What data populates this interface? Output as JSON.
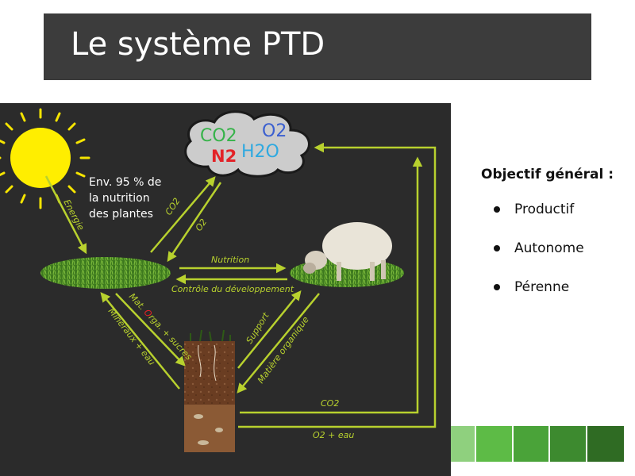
{
  "slide": {
    "title": "Le système PTD"
  },
  "diagram": {
    "cloud_gases": [
      "CO2",
      "O2",
      "N2",
      "H2O"
    ],
    "nutrition_note": [
      "Env. 95 % de",
      "la nutrition",
      "des plantes"
    ],
    "labels": {
      "energie": "Energie",
      "co2_up": "CO2",
      "o2_down": "O2",
      "nutrition": "Nutrition",
      "controle": "Contrôle du développement",
      "mat_orga_prefix": "Mat. ",
      "mat_orga_highlight": "O",
      "mat_orga_suffix": "rga. + sucres",
      "mineraux": "Minéraux + eau",
      "support": "Support",
      "matiere_org": "Matière organique",
      "co2_bottom": "CO2",
      "o2_eau": "O2 + eau"
    },
    "colors": {
      "background": "#2b2b2b",
      "arrow": "#b8d12e",
      "co2": "#37b34a",
      "o2": "#3a5fd0",
      "n2": "#e32227",
      "h2o": "#2fa9e0"
    }
  },
  "objectives": {
    "title": "Objectif général :",
    "items": [
      "Productif",
      "Autonome",
      "Pérenne"
    ]
  },
  "color_strip": [
    "#8fd07e",
    "#5dbb46",
    "#4aa339",
    "#3d8a2f",
    "#2f6b23"
  ]
}
